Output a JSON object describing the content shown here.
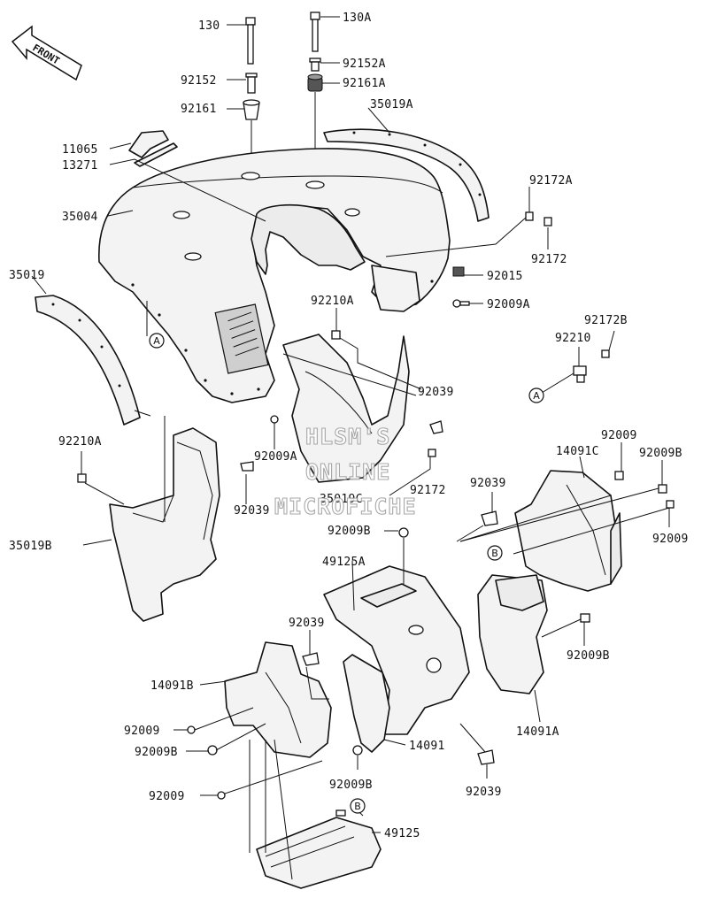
{
  "direction_indicator": "FRONT",
  "watermark": [
    "HLSM'S",
    "ONLINE",
    "MICROFICHE"
  ],
  "labels": {
    "p130": "130",
    "p130A": "130A",
    "p92152": "92152",
    "p92152A": "92152A",
    "p92161": "92161",
    "p92161A": "92161A",
    "p35019A": "35019A",
    "p11065": "11065",
    "p13271": "13271",
    "p35004": "35004",
    "p92172A": "92172A",
    "p92172_top": "92172",
    "p35019": "35019",
    "p92015": "92015",
    "p92009A_r": "92009A",
    "p92210A_c": "92210A",
    "p92172B": "92172B",
    "p92210": "92210",
    "p92039_c": "92039",
    "p92210A_l": "92210A",
    "p92009A_c": "92009A",
    "p92039_l": "92039",
    "p92172_c": "92172",
    "p35019C": "35019C",
    "p14091C": "14091C",
    "p92009_r1": "92009",
    "p92009B_r": "92009B",
    "p92009_r2": "92009",
    "p92039_r": "92039",
    "p35019B": "35019B",
    "p92009B_c": "92009B",
    "p49125A": "49125A",
    "p92039_m": "92039",
    "p92009B_r2": "92009B",
    "p14091B": "14091B",
    "p14091A": "14091A",
    "p92009_l1": "92009",
    "p14091": "14091",
    "p92009B_l": "92009B",
    "p92009B_b": "92009B",
    "p92039_b": "92039",
    "p92009_l2": "92009",
    "p49125": "49125"
  },
  "callouts": {
    "A": "A",
    "B": "B"
  }
}
